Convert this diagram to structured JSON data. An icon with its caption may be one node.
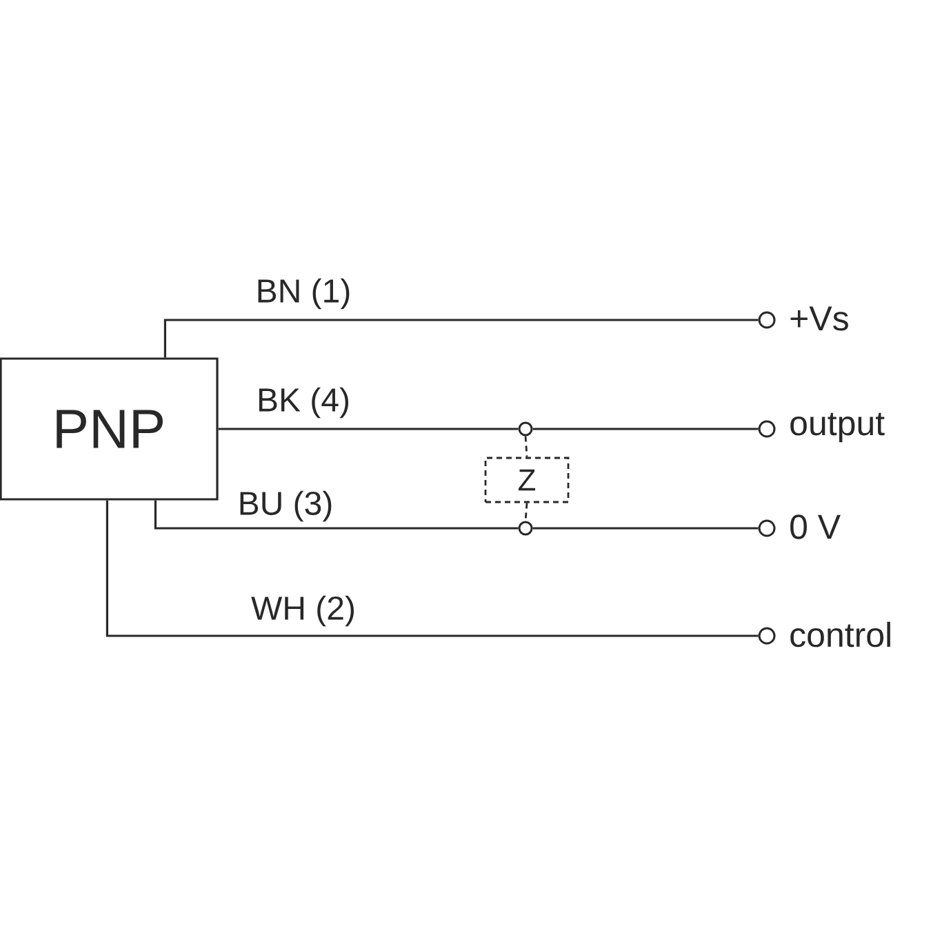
{
  "diagram": {
    "nodes": [
      {
        "text": [
          "PNP"
        ]
      },
      {
        "text": [],
        "shape": "circle",
        "beside": [
          "+Vs"
        ]
      },
      {
        "text": [],
        "shape": "circle",
        "beside": [
          "output"
        ]
      },
      {
        "text": [],
        "shape": "circle",
        "beside": [
          "0 V"
        ]
      },
      {
        "text": [],
        "shape": "circle",
        "beside": [
          "control"
        ]
      },
      {
        "text": [],
        "shape": "circle"
      },
      {
        "text": [
          "Z"
        ]
      },
      {
        "text": [],
        "shape": "circle"
      }
    ],
    "edges": [
      {
        "from": 0,
        "to": 1,
        "arrow": "none",
        "label": "BN (1)"
      },
      {
        "from": 0,
        "to": 5,
        "arrow": "none",
        "label": "BK (4)"
      },
      {
        "from": 5,
        "to": 2,
        "arrow": "none"
      },
      {
        "from": 5,
        "to": 6,
        "arrow": "none",
        "style": "dashed"
      },
      {
        "from": 6,
        "to": 7,
        "arrow": "none",
        "style": "dashed"
      },
      {
        "from": 0,
        "to": 7,
        "arrow": "none",
        "label": "BU (3)"
      },
      {
        "from": 7,
        "to": 3,
        "arrow": "none"
      },
      {
        "from": 0,
        "to": 4,
        "arrow": "none",
        "label": "WH (2)"
      }
    ]
  }
}
